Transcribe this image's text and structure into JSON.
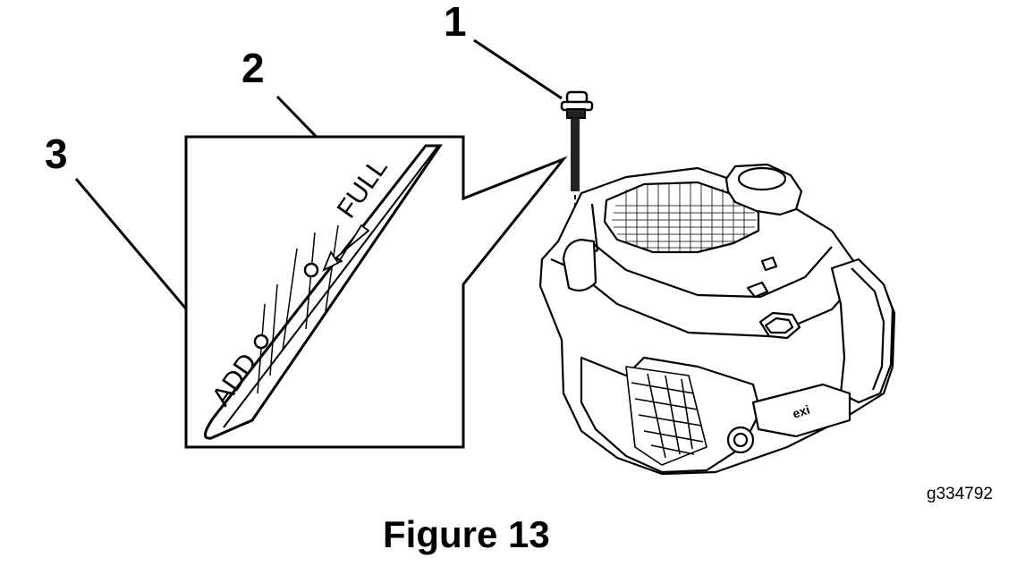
{
  "callouts": [
    "1",
    "2",
    "3"
  ],
  "dipstick": {
    "full_label": "FULL",
    "add_label": "ADD"
  },
  "figure_code": "g334792",
  "caption": "Figure 13"
}
